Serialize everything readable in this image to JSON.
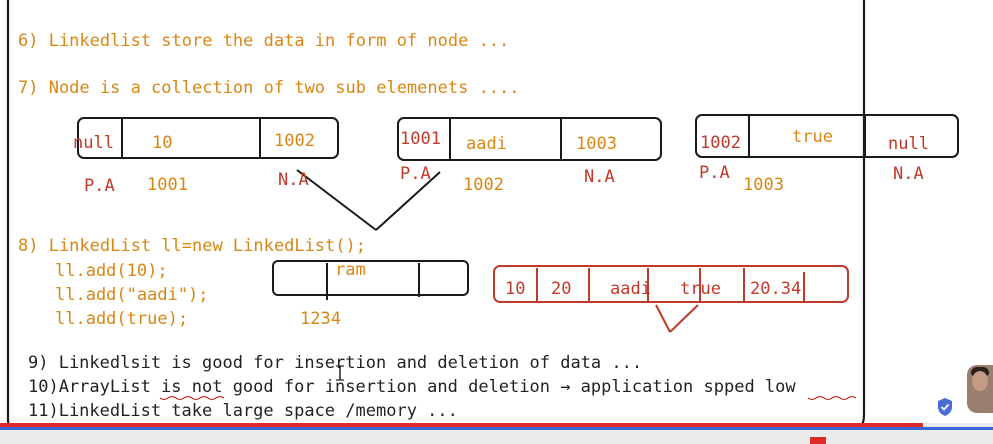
{
  "notes": {
    "n6": "6) Linkedlist store the data in form of node ...",
    "n7": "7) Node is a collection of two sub elemenets ....",
    "n8": "8) LinkedList ll=new LinkedList();",
    "add1": "ll.add(10);",
    "add2": "ll.add(\"aadi\");",
    "add3": "ll.add(true);",
    "n9": "9) Linkedlsit is good for insertion and deletion of data ...",
    "n10": "10)ArrayList is not good for insertion and deletion → application spped low",
    "n11": "11)LinkedList take large space /memory ..."
  },
  "nodes": [
    {
      "prev": "null",
      "data": "10",
      "next": "1002",
      "pa_label": "P.A",
      "address": "1001",
      "na_label": "N.A"
    },
    {
      "prev": "1001",
      "data": "aadi",
      "next": "1003",
      "pa_label": "P.A",
      "address": "1002",
      "na_label": "N.A"
    },
    {
      "prev": "1002",
      "data": "true",
      "next": "null",
      "pa_label": "P.A",
      "address": "1003",
      "na_label": "N.A"
    }
  ],
  "ram": {
    "label": "ram",
    "address": "1234"
  },
  "array_cells": [
    "10",
    "20",
    "aadi",
    "true",
    "20.34"
  ],
  "colors": {
    "notes": "#d98613",
    "drawing": "#c0392b",
    "ink": "#222222",
    "progress_played": "#e02b2b",
    "progress_buffer": "#3b66d9"
  },
  "icons": [
    "shield-check-icon",
    "presenter-avatar"
  ],
  "video_progress": {
    "played_fraction": 0.93
  }
}
